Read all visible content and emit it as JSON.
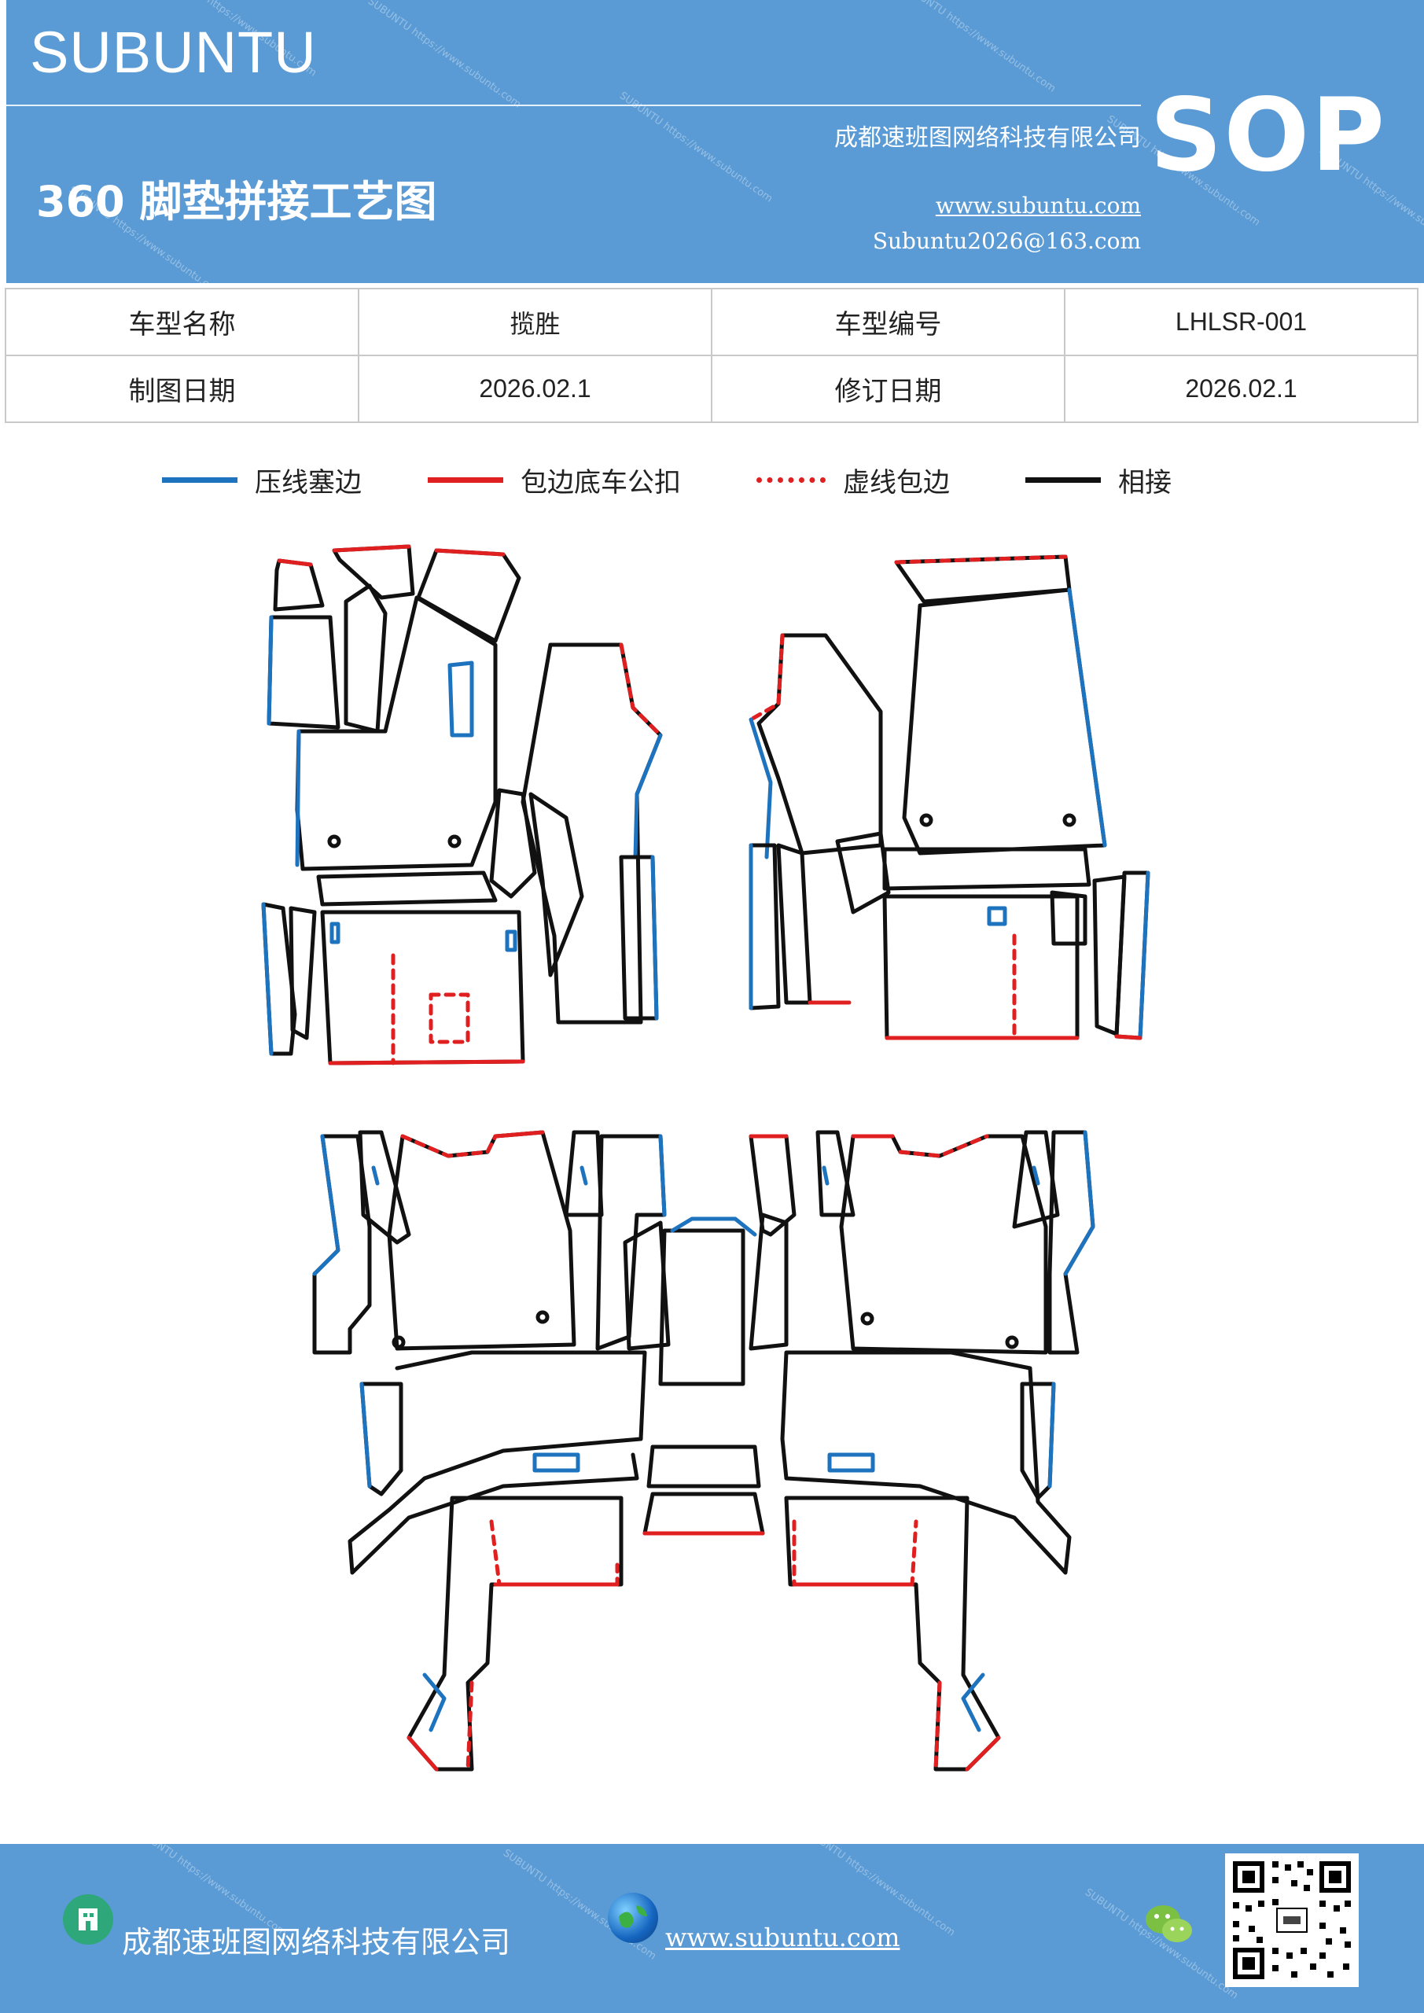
{
  "header": {
    "brand": "SUBUNTU",
    "title": "360 脚垫拼接工艺图",
    "company": "成都速班图网络科技有限公司",
    "website": "www.subuntu.com",
    "email": "Subuntu2026@163.com",
    "badge": "SOP"
  },
  "info_table": {
    "rows": [
      [
        "车型名称",
        "揽胜",
        "车型编号",
        "LHLSR-001"
      ],
      [
        "制图日期",
        "2026.02.1",
        "修订日期",
        "2026.02.1"
      ]
    ]
  },
  "legend": [
    {
      "label": "压线塞边",
      "color": "#1e73be",
      "style": "solid"
    },
    {
      "label": "包边底车公扣",
      "color": "#e02020",
      "style": "solid"
    },
    {
      "label": "虚线包边",
      "color": "#e02020",
      "style": "dashed"
    },
    {
      "label": "相接",
      "color": "#111111",
      "style": "solid"
    }
  ],
  "footer": {
    "company": "成都速班图网络科技有限公司",
    "website": "www.subuntu.com"
  },
  "colors": {
    "header_bg": "#5b9bd5",
    "blue_line": "#1e73be",
    "red_line": "#e02020",
    "black_line": "#111111"
  }
}
